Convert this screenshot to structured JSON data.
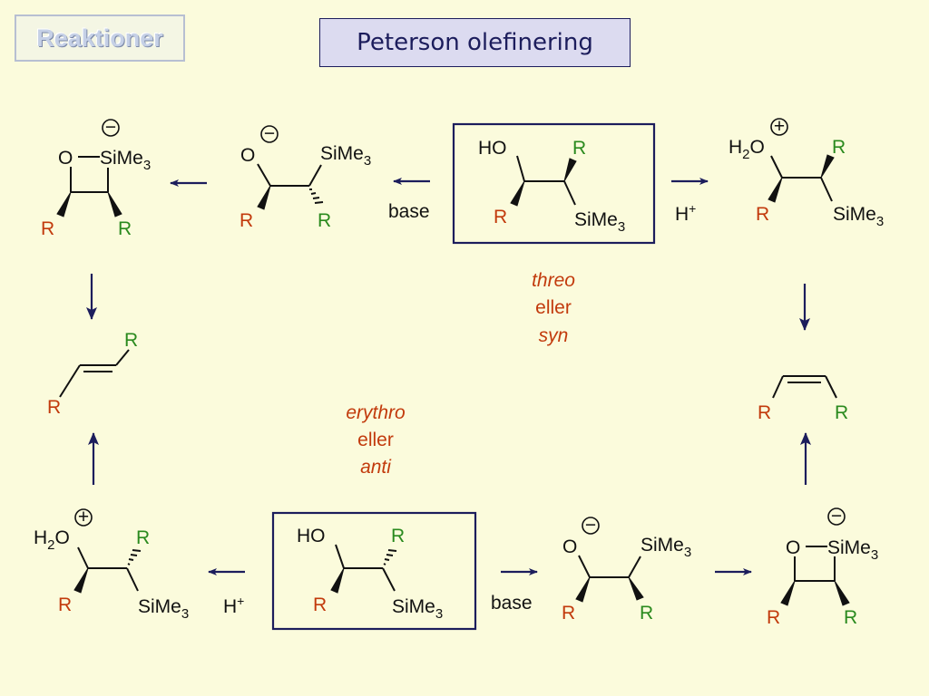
{
  "slide": {
    "badge": "Reaktioner",
    "title": "Peterson olefinering"
  },
  "labels": {
    "threo": "threo",
    "threo_or": "eller",
    "syn": "syn",
    "erythro": "erythro",
    "erythro_or": "eller",
    "anti": "anti"
  },
  "conditions": {
    "base": "base",
    "acid": "H",
    "acid_sup": "+"
  },
  "atoms": {
    "O": "O",
    "HO": "HO",
    "H": "H",
    "h2o_sub": "2",
    "si": "SiMe",
    "si_sub": "3",
    "R": "R",
    "minus": "−",
    "plus": "+"
  },
  "colors": {
    "background": "#FBFBDC",
    "bond": "#111111",
    "arrow": "#1C1D5C",
    "R_orange": "#C23A0C",
    "R_green": "#2A8A1E",
    "label_red": "#C23A0C"
  }
}
